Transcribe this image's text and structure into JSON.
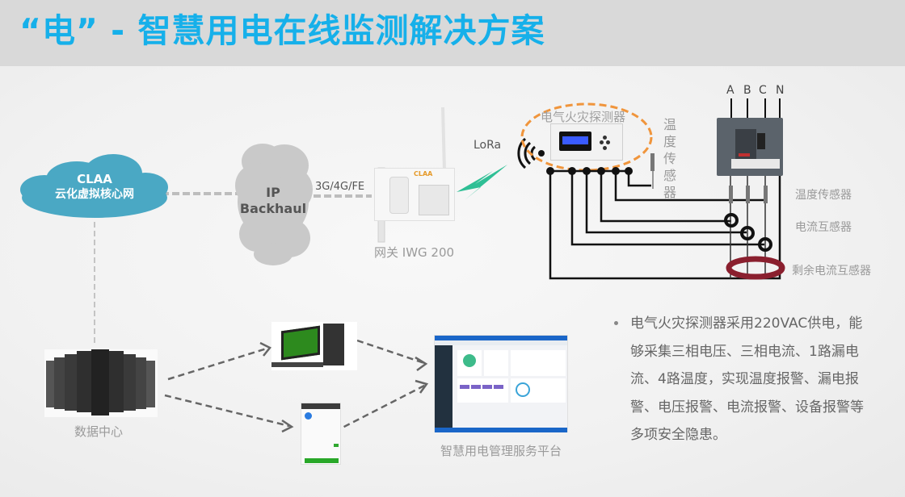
{
  "header": {
    "title": "“电” - 智慧用电在线监测解决方案"
  },
  "network": {
    "core_cloud": {
      "line1": "CLAA",
      "line2": "云化虚拟核心网"
    },
    "backhaul_cloud": {
      "line1": "IP",
      "line2": "Backhaul"
    },
    "link_label": "3G/4G/FE",
    "gateway_caption": "网关 IWG 200",
    "gateway_brand": "CLAA",
    "wireless_label": "LoRa"
  },
  "detector": {
    "caption": "电气火灾探测器",
    "temp_sensor_vertical": [
      "温",
      "度",
      "传",
      "感",
      "器"
    ]
  },
  "breaker": {
    "phases": [
      "A",
      "B",
      "C",
      "N"
    ],
    "labels": {
      "temperature_sensor": "温度传感器",
      "current_transformer": "电流互感器",
      "residual_current_transformer": "剩余电流互感器"
    }
  },
  "datacenter": {
    "caption": "数据中心"
  },
  "platform": {
    "caption": "智慧用电管理服务平台"
  },
  "description": {
    "bullet": "电气火灾探测器采用220VAC供电，能够采集三相电压、三相电流、1路漏电流、4路温度，实现温度报警、漏电报警、电压报警、电流报警、设备报警等多项安全隐患。"
  },
  "colors": {
    "title": "#16b0ea",
    "core_cloud": "#4aa8c4",
    "backhaul_cloud": "#c9c9c9",
    "lora_bolt": "#2fbf95",
    "detector_ring": "#f0953c",
    "residual_ring": "#8a1f2e"
  }
}
